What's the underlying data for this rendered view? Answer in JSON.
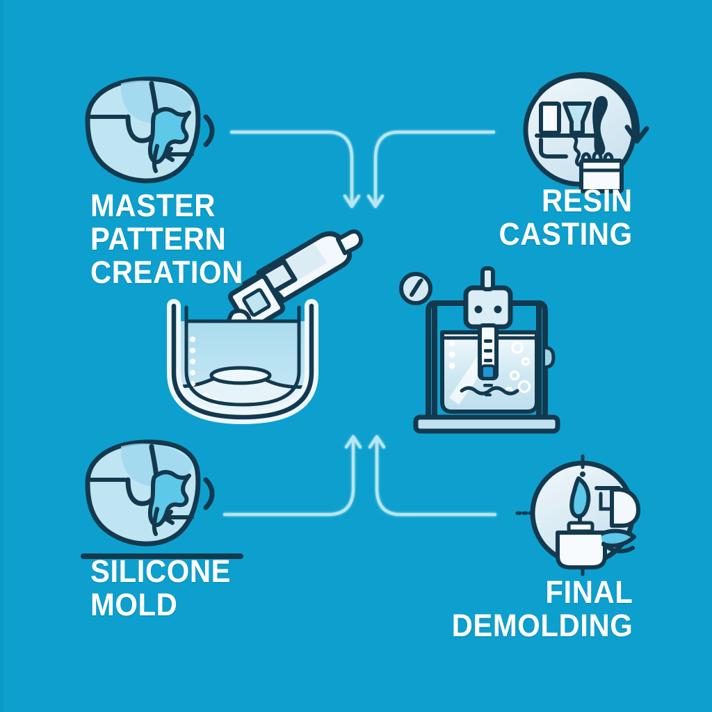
{
  "diagram": {
    "title_visible": false,
    "background_color": "#0da0ce",
    "text_color": "#ffffff",
    "outline_color": "#13394f",
    "fill_light": "#eef6fa",
    "fill_blue": "#a9dcef",
    "fill_mid": "#cfe6f0",
    "accent_arrow_color": "#b6e6f7",
    "type": "cycle-flow",
    "steps": [
      {
        "id": "master-pattern-creation",
        "label": "MASTER\nPATTERN\nCREATION",
        "position": "top-left",
        "icon": "master-pattern-blob-icon"
      },
      {
        "id": "resin-casting",
        "label": "RESIN\nCASTING",
        "position": "top-right",
        "icon": "resin-casting-circle-icon"
      },
      {
        "id": "silicone-mold",
        "label": "SILICONE\nMOLD",
        "position": "bottom-left",
        "icon": "silicone-mold-blob-icon"
      },
      {
        "id": "final-demolding",
        "label": "FINAL\nDEMOLDING",
        "position": "bottom-right",
        "icon": "final-demolding-circle-icon"
      }
    ],
    "center_illustrations": [
      {
        "id": "pouring-beaker",
        "name": "resin-pouring-into-beaker-illustration",
        "position": "center-left"
      },
      {
        "id": "vacuum-degassing-chamber",
        "name": "vacuum-degassing-machine-illustration",
        "position": "center-right"
      }
    ],
    "connectors": [
      {
        "id": "top-left-to-center",
        "from": "master-pattern-creation",
        "to": "pouring-beaker",
        "direction": "down"
      },
      {
        "id": "top-right-to-center",
        "from": "resin-casting",
        "to": "pouring-beaker",
        "direction": "down"
      },
      {
        "id": "bottom-left-to-center",
        "from": "silicone-mold",
        "to": "pouring-beaker",
        "direction": "up"
      },
      {
        "id": "bottom-right-to-center",
        "from": "final-demolding",
        "to": "pouring-beaker",
        "direction": "up"
      }
    ]
  }
}
